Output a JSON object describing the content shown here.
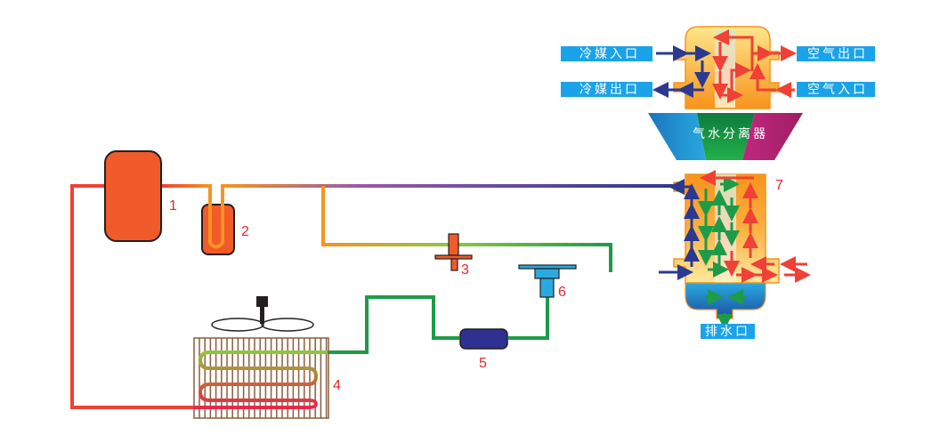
{
  "labels": {
    "refrigerant_in": "冷媒入口",
    "refrigerant_out": "冷媒出口",
    "air_out": "空气出口",
    "air_in": "空气入口",
    "separator": "气水分离器",
    "drain": "排水口"
  },
  "components": [
    {
      "id": "1",
      "name": "compressor"
    },
    {
      "id": "2",
      "name": "gas-liquid-separator"
    },
    {
      "id": "3",
      "name": "bypass-valve"
    },
    {
      "id": "4",
      "name": "condenser"
    },
    {
      "id": "5",
      "name": "filter-drier"
    },
    {
      "id": "6",
      "name": "expansion-valve"
    },
    {
      "id": "7",
      "name": "evaporator-heat-exchanger"
    }
  ],
  "colors": {
    "label_bg": "#1aa3e8",
    "component_orange": "#f15a29",
    "refrigerant_cold": "#2b3990",
    "air_hot": "#ef4136",
    "water_green": "#1e9b48",
    "exchanger_orange": "#f7941d",
    "drain_blue": "#1b75bc",
    "number_red": "#e8262b"
  }
}
